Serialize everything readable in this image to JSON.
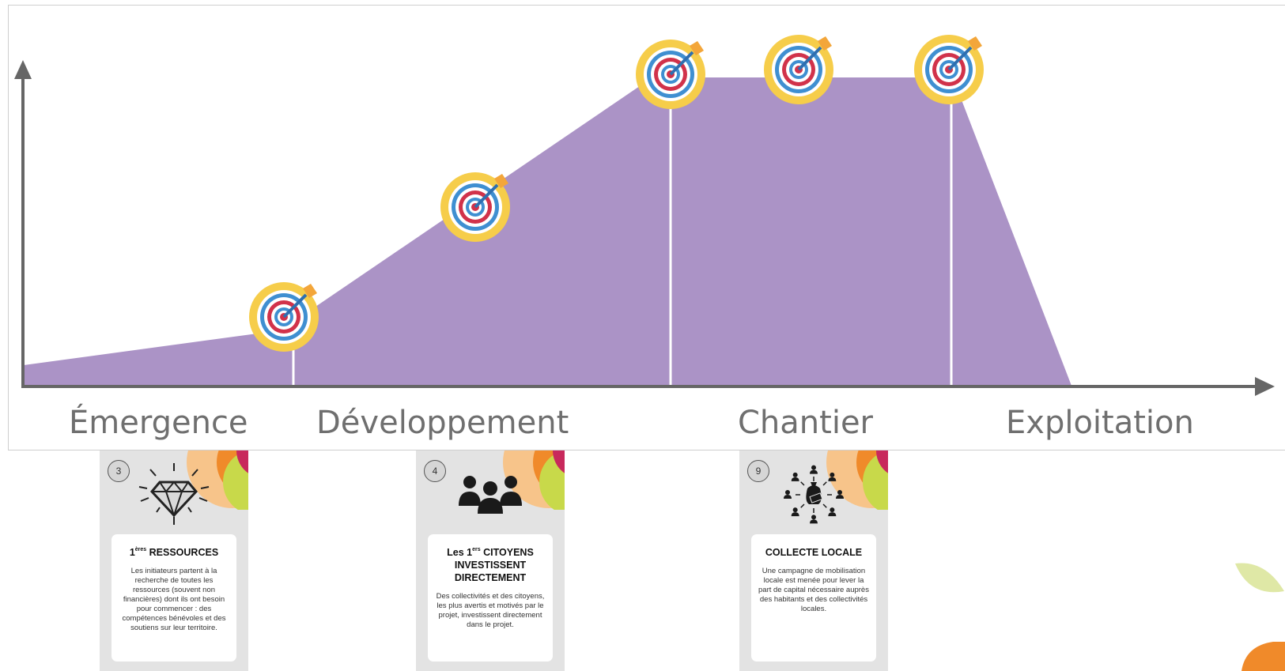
{
  "phases": [
    "Émergence",
    "Développement",
    "Chantier",
    "Exploitation"
  ],
  "milestone_icon": "target-arrow-icon",
  "colors": {
    "area": "#ab93c6",
    "axis": "#666666",
    "label": "#6f6f6f",
    "divider": "#ffffff",
    "target_gold": "#f6cd4a",
    "target_red": "#d1324a",
    "target_blue": "#3f8fd1",
    "card_bg": "#e3e3e3",
    "accent_orange": "#f08a2a",
    "accent_green": "#c8d94a",
    "accent_magenta": "#c8295c"
  },
  "cards": [
    {
      "number": "3",
      "icon": "diamond-icon",
      "title_before": "1",
      "title_sup": "ères",
      "title_after": " RESSOURCES",
      "body": "Les initiateurs partent à la recherche de toutes les ressources (souvent non financières) dont ils ont besoin pour commencer : des compétences bénévoles et des soutiens sur leur territoire."
    },
    {
      "number": "4",
      "icon": "people-group-icon",
      "title_before": "Les 1",
      "title_sup": "ers",
      "title_after": " CITOYENS INVESTISSENT DIRECTEMENT",
      "body": "Des collectivités et des citoyens, les plus avertis et motivés par le projet, investissent directement dans le projet."
    },
    {
      "number": "9",
      "icon": "money-bag-network-icon",
      "title_before": "COLLECTE LOCALE",
      "title_sup": "",
      "title_after": "",
      "body": "Une campagne de mobilisation locale est menée pour lever la part de capital nécessaire auprès des habitants et des collectivités locales."
    }
  ]
}
